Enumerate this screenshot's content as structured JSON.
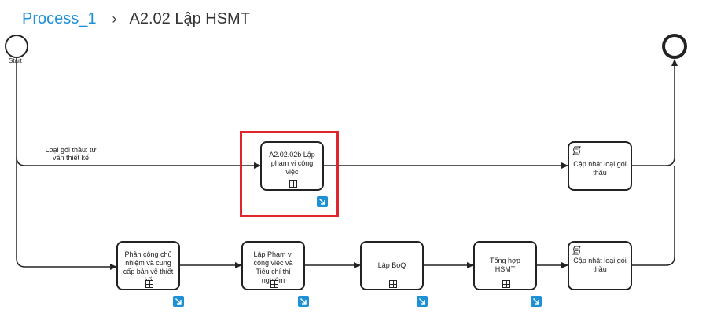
{
  "breadcrumb": {
    "parent": "Process_1",
    "separator": "›",
    "current": "A2.02 Lập HSMT"
  },
  "diagram": {
    "start_label": "Start",
    "flow_label_line1": "Loại gói thầu: tư",
    "flow_label_line2": "vấn thiết kế",
    "tasks": {
      "a202b": "A2.02.02b Lập phạm vi công việc",
      "update_top": "Cập nhật loại gói thầu",
      "phan_cong": "Phân công chủ nhiệm và cung cấp bản vẽ thiết kế",
      "lap_pham_vi": "Lập Phạm vi công việc và Tiêu chí thí nghiệm",
      "lap_boq": "Lập BoQ",
      "tong_hop": "Tổng hợp HSMT",
      "update_bottom": "Cập nhật loại gói thầu"
    },
    "colors": {
      "accent": "#1e90d6",
      "highlight": "#e0262b",
      "stroke": "#222222"
    }
  }
}
